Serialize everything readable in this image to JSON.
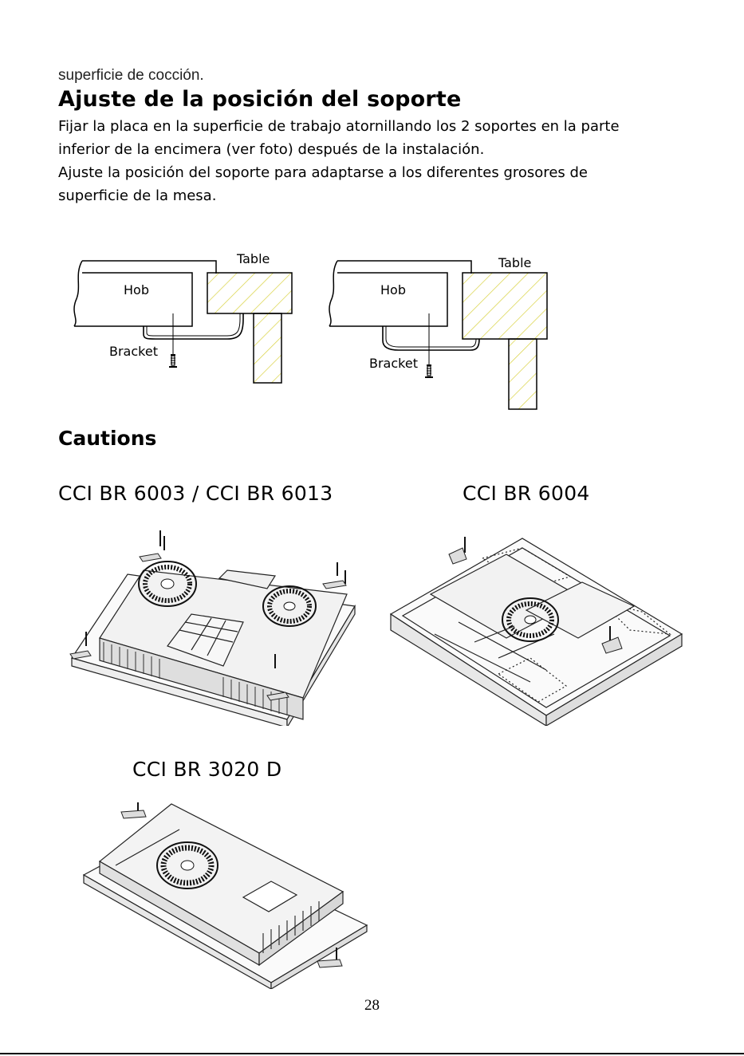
{
  "intro_fragment": "superficie de cocción.",
  "heading": "Ajuste de la posición del soporte",
  "paragraph_lines": [
    "Fijar la placa en la superficie de trabajo atornillando los 2 soportes en la parte",
    "inferior de la encimera (ver foto) después de la instalación.",
    "Ajuste la posición del soporte para adaptarse a los diferentes grosores de",
    "superficie de la mesa."
  ],
  "diagram_left": {
    "table_label": "Table",
    "hob_label": "Hob",
    "bracket_label": "Bracket"
  },
  "diagram_right": {
    "table_label": "Table",
    "hob_label": "Hob",
    "bracket_label": "Bracket"
  },
  "cautions_heading": "Cautions",
  "models": {
    "model_a": "CCI BR 6003 / CCI BR 6013",
    "model_b": "CCI BR 6004",
    "model_c": "CCI BR 3020 D"
  },
  "page_number": "28"
}
